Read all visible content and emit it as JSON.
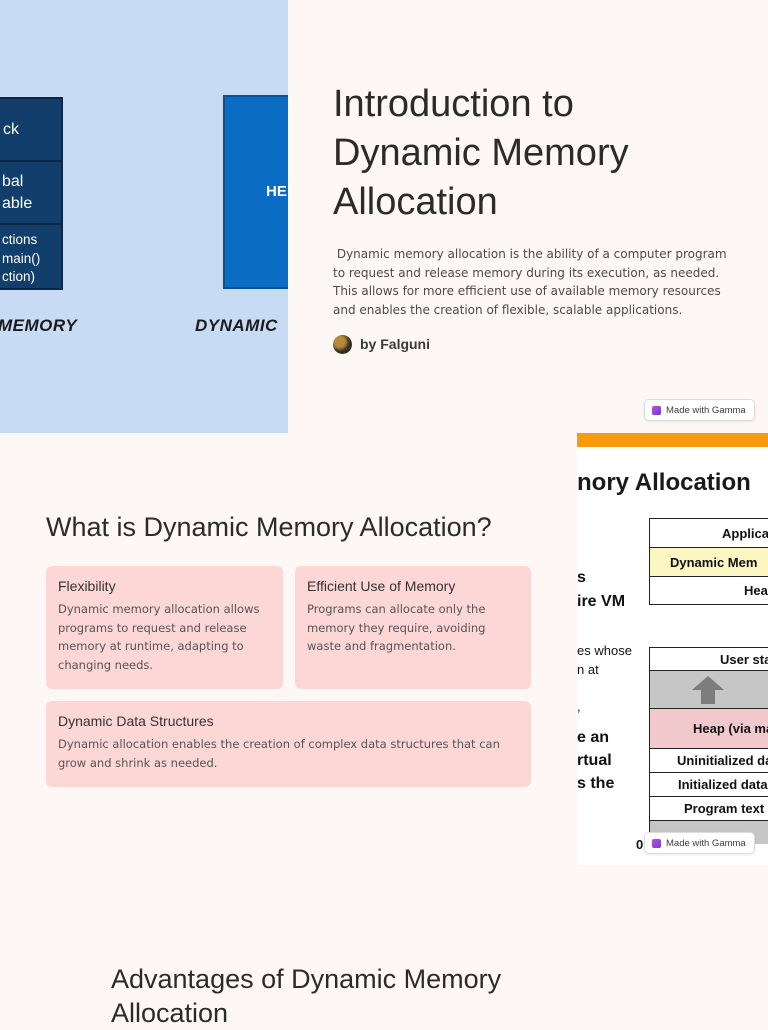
{
  "slide1": {
    "diagram": {
      "stack_label": "ck",
      "global_label_line1": "bal",
      "global_label_line2": "able",
      "functions_line1": "ctions",
      "functions_line2": "main()",
      "functions_line3": "ction)",
      "heap_label": "HE",
      "caption_left": "MEMORY",
      "caption_right": "DYNAMIC",
      "colors": {
        "background": "#c7dbf5",
        "stack_block": "#123e6b",
        "heap_block": "#0a6cc2"
      }
    },
    "title_lines": [
      "Introduction to",
      "Dynamic Memory",
      "Allocation"
    ],
    "intro": " Dynamic memory allocation is the ability of a computer program to request and release memory during its execution, as needed. This allows for more efficient use of available memory resources and enables the creation of flexible, scalable applications.",
    "author": "by Falguni",
    "badge": "Made with Gamma"
  },
  "slide2": {
    "heading": "What is Dynamic Memory Allocation?",
    "cards": [
      {
        "title": "Flexibility",
        "body": "Dynamic memory allocation allows programs to request and release memory at runtime, adapting to changing needs."
      },
      {
        "title": "Efficient Use of Memory",
        "body": "Programs can allocate only the memory they require, avoiding waste and fragmentation."
      },
      {
        "title": "Dynamic Data Structures",
        "body": "Dynamic allocation enables the creation of complex data structures that can grow and shrink as needed."
      }
    ],
    "card_color": "#fdd6d6",
    "image": {
      "title": "nory Allocation",
      "left_text": [
        "s",
        "ire VM",
        "es whose",
        "n at",
        ",",
        "e an",
        "rtual",
        "s the"
      ],
      "top_table": [
        "Applica",
        "Dynamic Mem",
        "Hea"
      ],
      "layout_table": [
        "User sta",
        "",
        "Heap (via ma",
        "Uninitialized da",
        "Initialized data",
        "Program text ("
      ],
      "zero_label": "0",
      "accent_color": "#f79a0e"
    },
    "badge": "Made with Gamma"
  },
  "slide3": {
    "heading_lines": [
      "Advantages of Dynamic Memory",
      "Allocation"
    ]
  }
}
